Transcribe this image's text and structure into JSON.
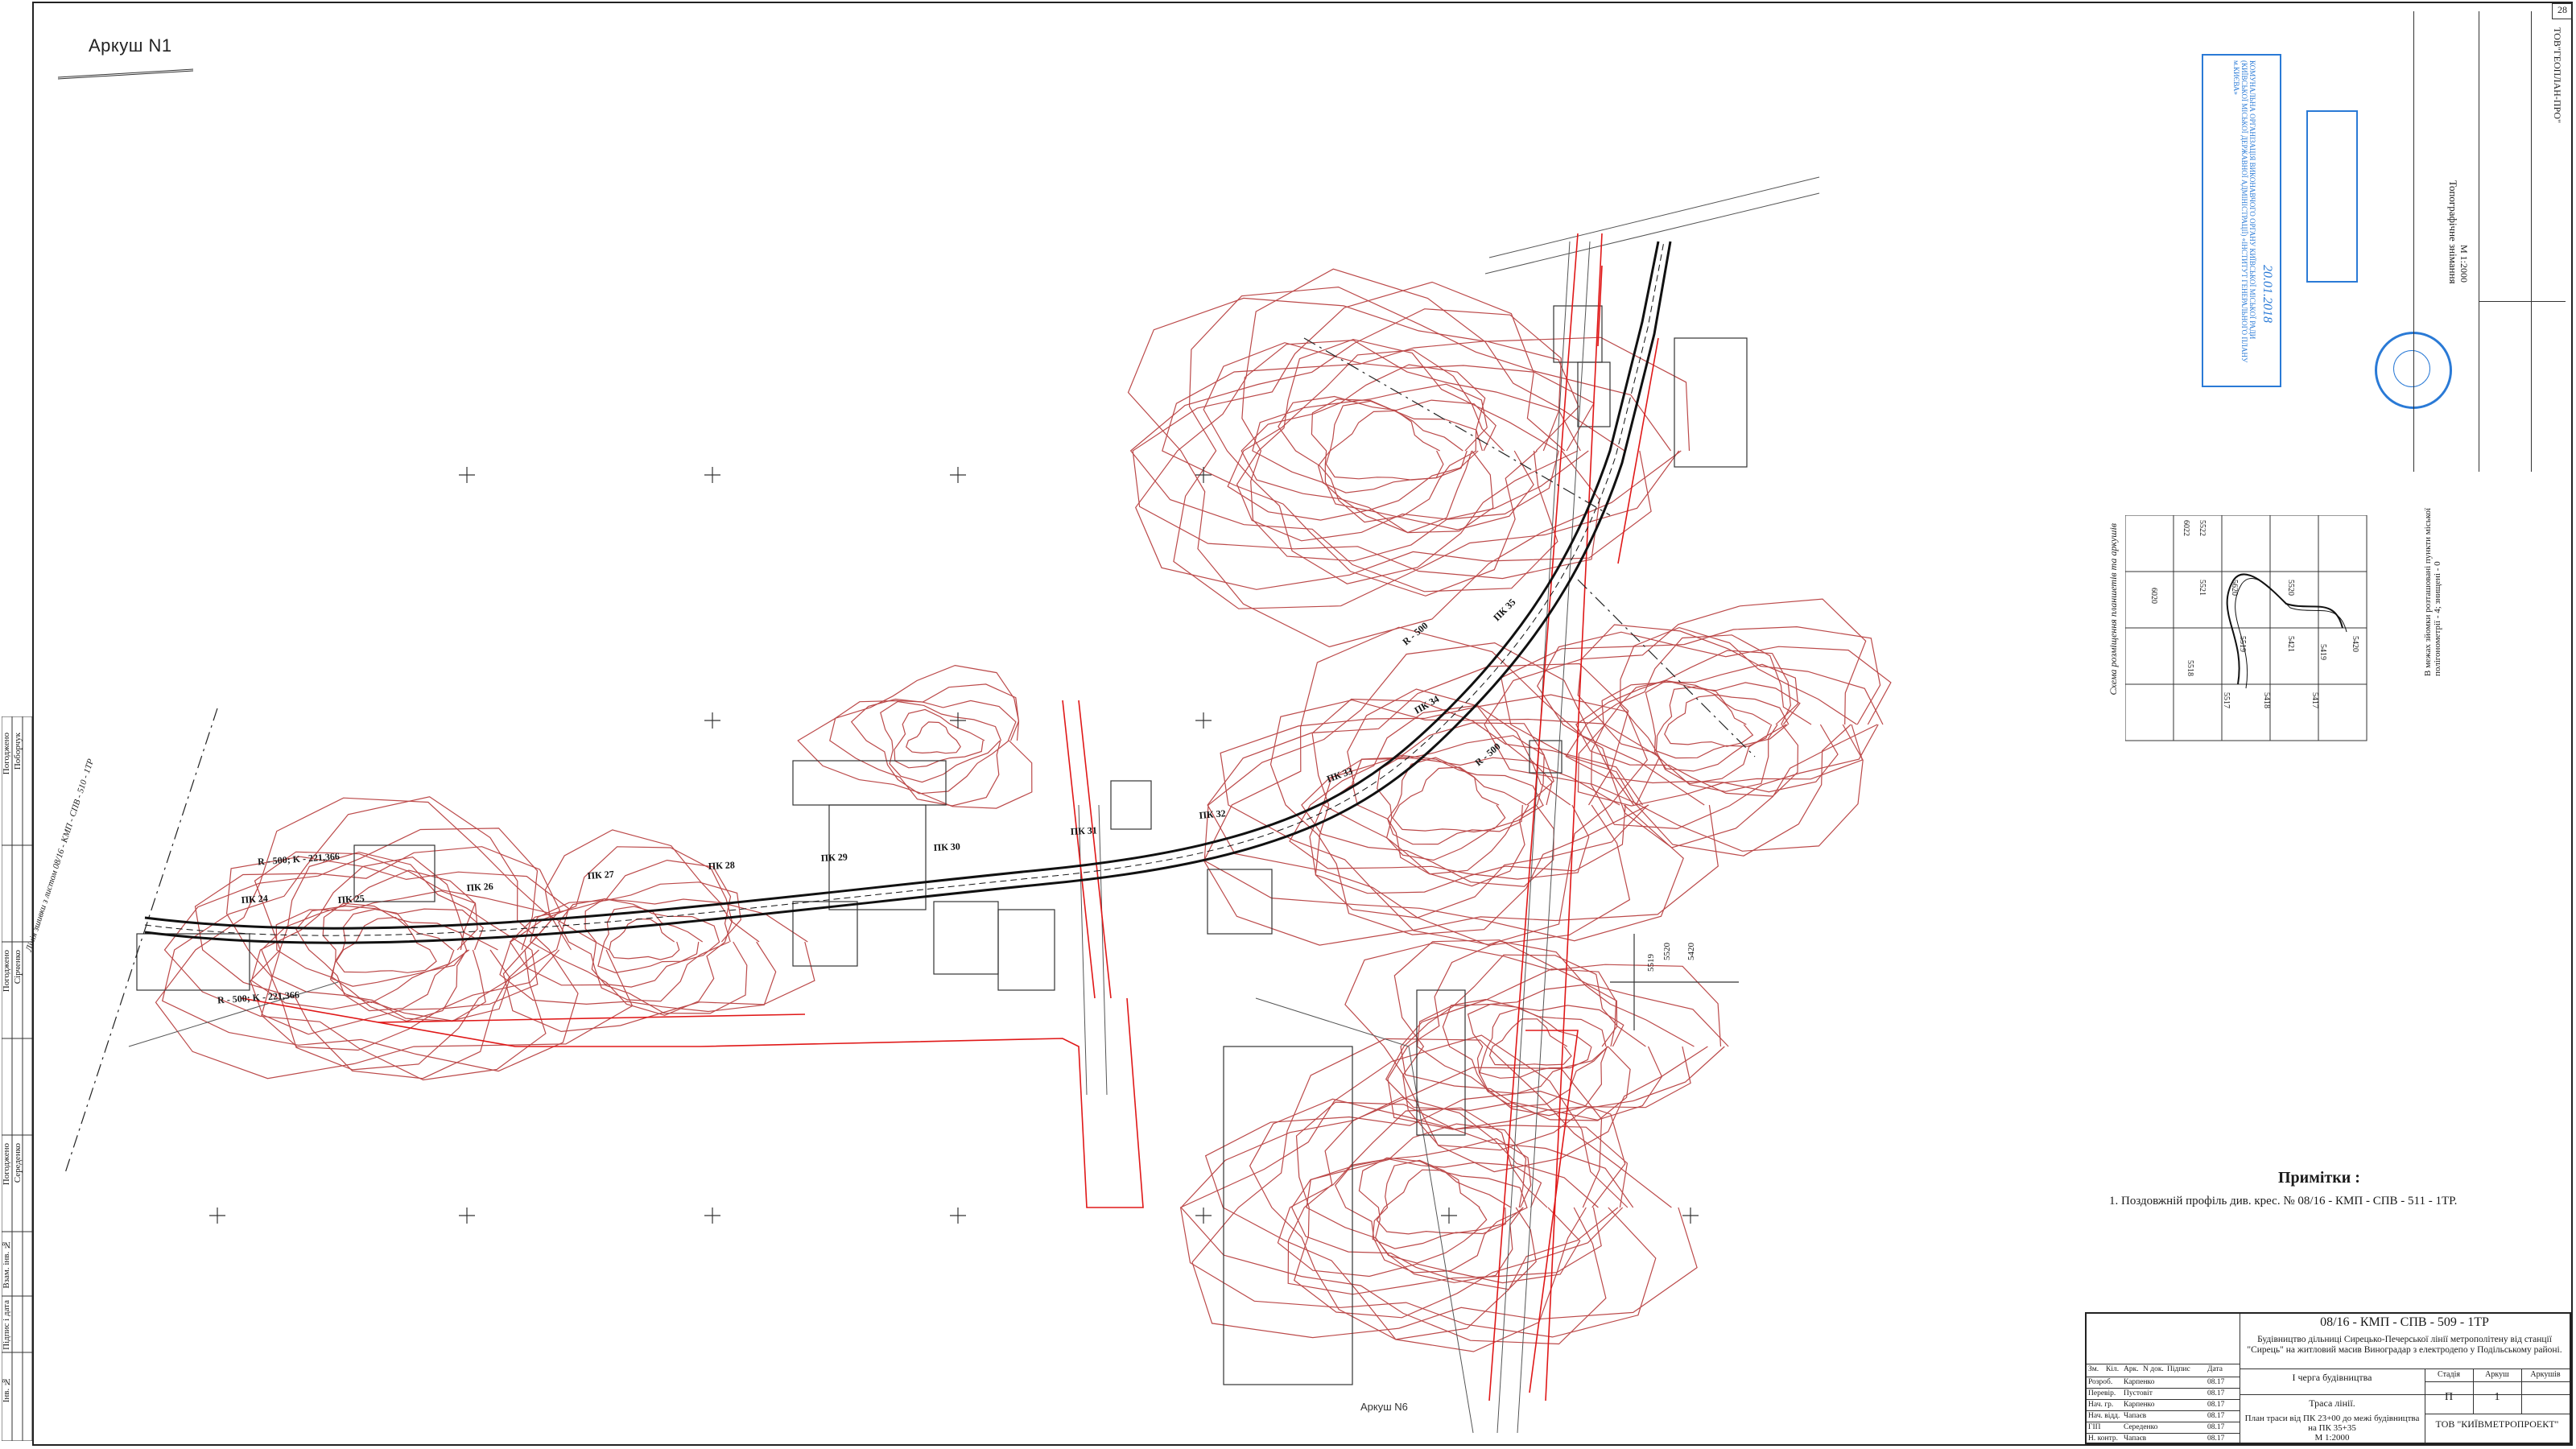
{
  "sheet": {
    "label_top": "Аркуш N1",
    "label_bottom": "Аркуш N6",
    "match_line": "Лінія зшивки з листом 08/16 - КМП - СПВ - 510 - 1ТР"
  },
  "map": {
    "pickets": [
      "ПК 24",
      "ПК 25",
      "ПК 26",
      "ПК 27",
      "ПК 28",
      "ПК 29",
      "ПК 30",
      "ПК 31",
      "ПК 32",
      "ПК 33",
      "ПК 34",
      "ПК 35"
    ],
    "curve_labels": [
      "R - 500; K - 221,366",
      "R - 500; K - 221,366",
      "R - 500",
      "R - 500"
    ],
    "grid_numbers": [
      "5519",
      "5520",
      "5420"
    ]
  },
  "notes": {
    "title": "Примітки :",
    "item1": "1. Поздовжній профіль див. крес. № 08/16 - КМП - СПВ - 511 - 1ТР."
  },
  "scheme": {
    "title": "Схема розміщення планшетів та аркушів",
    "cells": [
      "6022",
      "5522",
      "5620",
      "5521",
      "6020",
      "5519",
      "5520",
      "5421",
      "5518",
      "5419",
      "5517",
      "5418",
      "5417",
      "5420"
    ],
    "legend": "В межах зйомки розташовані пункти міської полігонометрії - 4; знищені - 0"
  },
  "title_block": {
    "code": "08/16 - КМП - СПВ - 509 - 1ТР",
    "project": "Будівництво дільниці Сирецько-Печерської лінії метрополітену від станції \"Сирець\" на житловий масив Виноградар з електродепо у Подільському районі.",
    "stage_row": "І черга будівництва",
    "sheet_title": "Траса лінії.",
    "drawing_title": "План траси від ПК 23+00 до межі будівництва на ПК 35+35",
    "scale": "М 1:2000",
    "company": "ТОВ \"КИЇВМЕТРОПРОЕКТ\"",
    "stadia_h": "Стадія",
    "arkush_h": "Аркуш",
    "arkushiv_h": "Аркушів",
    "stadia_v": "П",
    "arkush_v": "1",
    "headers": [
      "Зм.",
      "Кіл.",
      "Арк.",
      "N док.",
      "Підпис",
      "Дата"
    ],
    "staff": [
      {
        "role": "Розроб.",
        "name": "Карпенко",
        "date": "08.17"
      },
      {
        "role": "Перевір.",
        "name": "Пустовіт",
        "date": "08.17"
      },
      {
        "role": "Нач. гр.",
        "name": "Карпенко",
        "date": "08.17"
      },
      {
        "role": "Нач. відд.",
        "name": "Чапаєв",
        "date": "08.17"
      },
      {
        "role": "ГІП",
        "name": "Середенко",
        "date": "08.17"
      },
      {
        "role": "Н. контр.",
        "name": "Чапаєв",
        "date": "08.17"
      }
    ],
    "sheet_no": "28"
  },
  "left_strip": {
    "inv_label": "Інв. №",
    "sign_label": "Підпис і дата",
    "replace_label": "Взам. інв. №",
    "approved": "Погоджено",
    "names": [
      "Середенко",
      "Сірченко",
      "Поборчук"
    ]
  },
  "stamp": {
    "institute": "КОМУНАЛЬНА ОРГАНІЗАЦІЯ ВИКОНАВЧОГО ОРГАНУ КИЇВСЬКОЇ МІСЬКОЇ РАДИ (КИЇВСЬКОЇ МІСЬКОЇ ДЕРЖАВНОЇ АДМІНІСТРАЦІЇ) «ІНСТИТУТ ГЕНЕРАЛЬНОГО ПЛАНУ м.КИЄВА»",
    "date": "20.01.2018",
    "topo": "Топографічне знімання",
    "scale": "М 1:2000",
    "company": "ТОВ\"ГЕОПЛАН-ПРО\""
  },
  "colors": {
    "contour": "#b02a2a",
    "red_line": "#e01818",
    "track": "#111111",
    "stamp_blue": "#2a7ad6"
  }
}
